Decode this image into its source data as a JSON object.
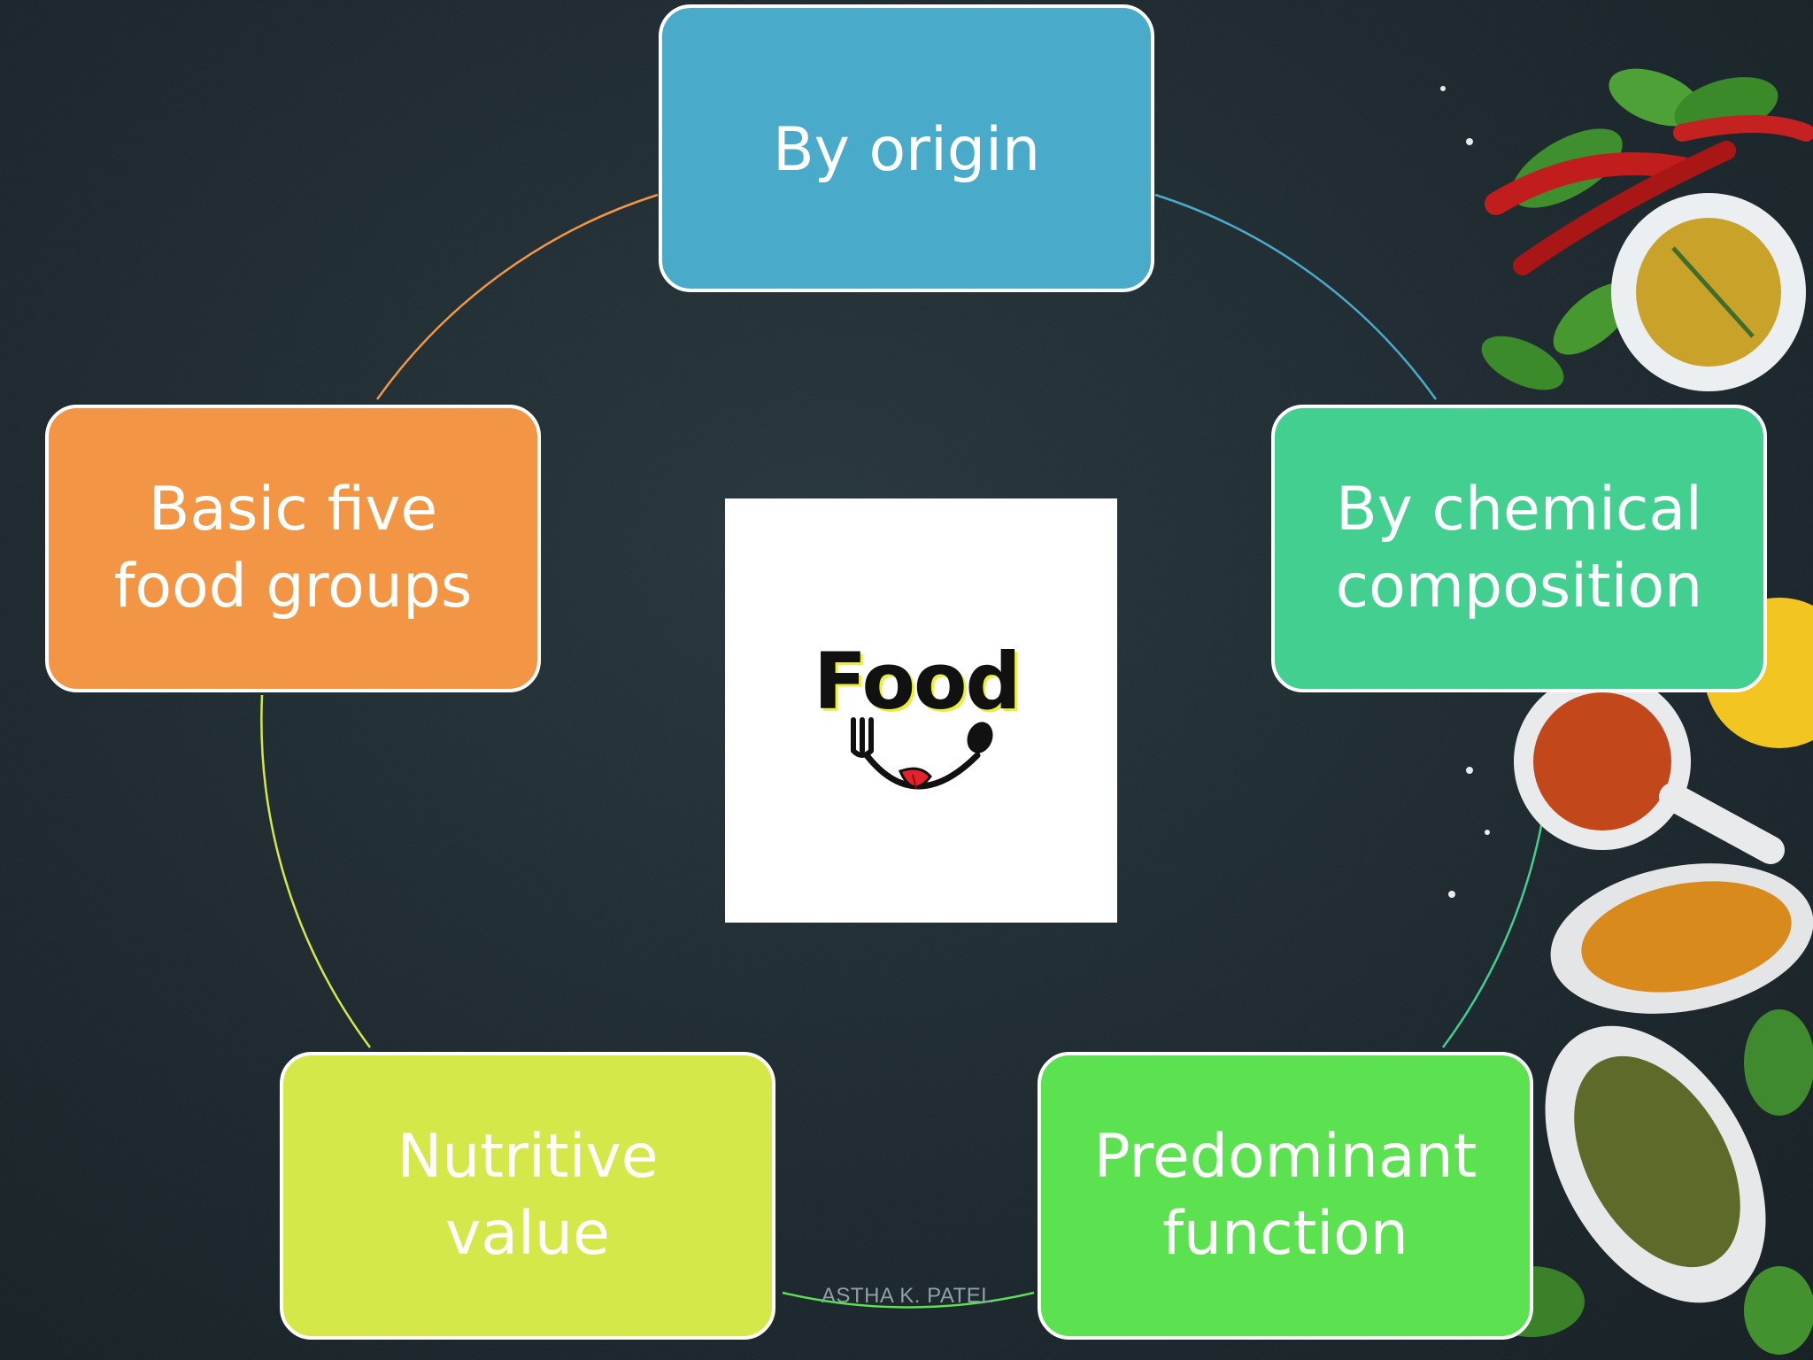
{
  "diagram": {
    "nodes": [
      {
        "id": "origin",
        "label": "By origin",
        "color": "#4aaac9"
      },
      {
        "id": "chemical",
        "label": "By chemical\ncomposition",
        "color": "#43cf8f"
      },
      {
        "id": "function",
        "label": "Predominant\nfunction",
        "color": "#5ce251"
      },
      {
        "id": "nutritive",
        "label": "Nutritive\nvalue",
        "color": "#d5e84a"
      },
      {
        "id": "groups",
        "label": "Basic five\nfood groups",
        "color": "#f29646"
      }
    ],
    "center": {
      "logo_text": "Food",
      "icon": "smiling-fork-spoon-logo"
    },
    "ring_colors": [
      "#4aaac9",
      "#43cf8f",
      "#5ce251",
      "#d5e84a",
      "#f29646"
    ]
  },
  "footer": {
    "author": "ASTHA K. PATEL"
  }
}
